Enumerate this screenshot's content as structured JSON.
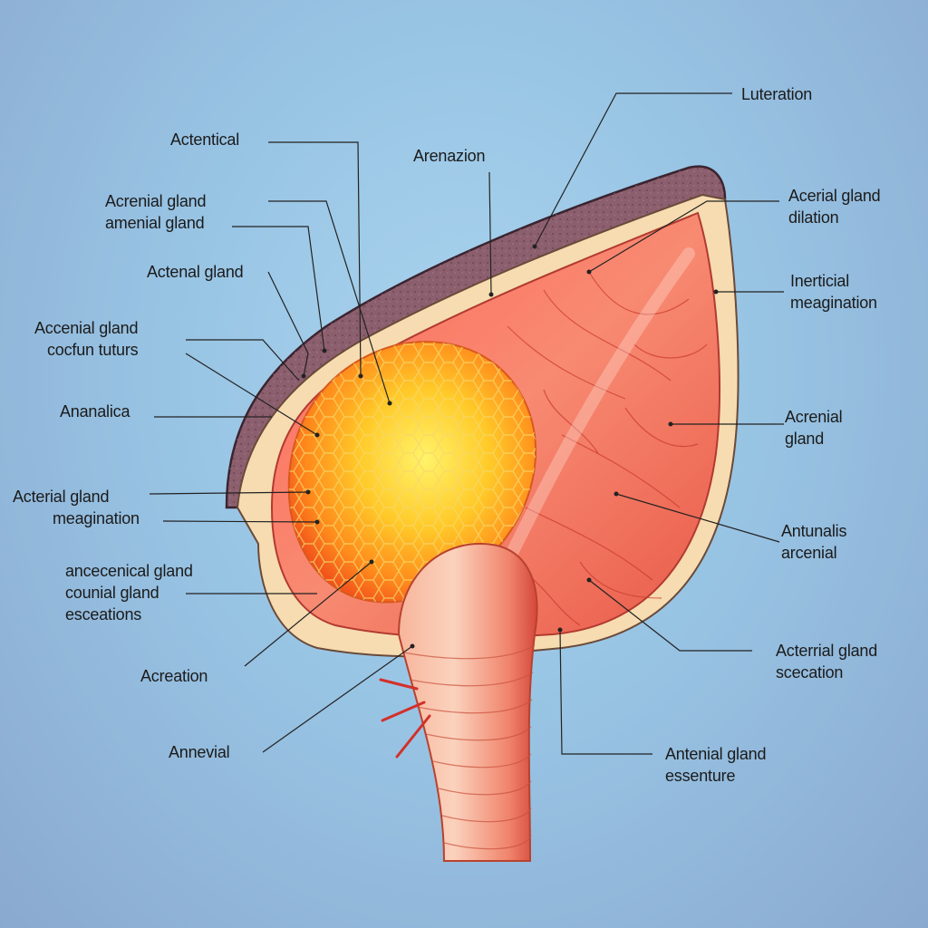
{
  "labels": {
    "lt_acetentical": [
      "Actentical"
    ],
    "lt_acernial_gland": [
      "Acrenial gland",
      "amenial gland"
    ],
    "lt_actemal_gland": [
      "Actenal gland"
    ],
    "lt_accenial_cocfun": [
      "Accenial gland",
      "cocfun tuturs"
    ],
    "lt_ananalica": [
      "Ananalica"
    ],
    "lt_acterinal_meag": [
      "Acterial gland",
      "meagination"
    ],
    "lt_ancecenical": [
      "ancecenical gland",
      "counial gland",
      "esceations"
    ],
    "lt_acreation": [
      "Acreation"
    ],
    "lt_annevial": [
      "Annevial"
    ],
    "top_arenazion": [
      "Arenazion"
    ],
    "rt_luteration": [
      "Luteration"
    ],
    "rt_acerial_dilation": [
      "Acerial gland",
      "dilation"
    ],
    "rt_inerticial": [
      "Inerticial",
      "meagination"
    ],
    "rt_acrenial_gland": [
      "Acrenial",
      "gland"
    ],
    "rt_antunalis": [
      "Antunalis",
      "arcenial"
    ],
    "rt_acterrial_sce": [
      "Acterrial gland",
      "scecation"
    ],
    "rt_antenial_ess": [
      "Antenial gland",
      "essenture"
    ]
  },
  "colors": {
    "background": "#98c4e4",
    "outer_tissue": "#8c5f6e",
    "muscle": "#f0705a",
    "gland": "#ffb020",
    "duct": "#f4937a",
    "leader_line": "#222222"
  }
}
